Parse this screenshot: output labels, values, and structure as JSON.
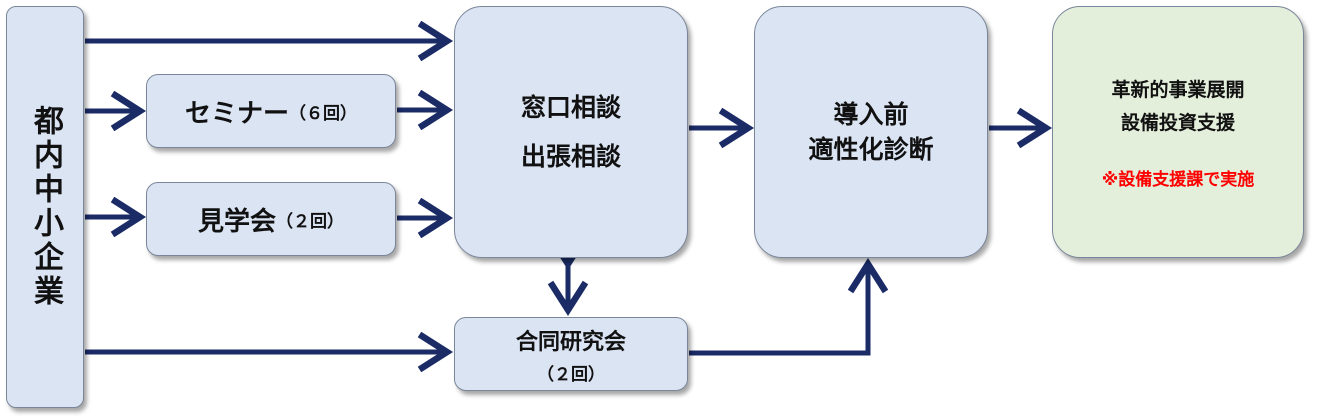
{
  "company": {
    "label": "都内中小企業"
  },
  "seminar": {
    "title": "セミナー",
    "count": "（６回）"
  },
  "tour": {
    "title": "見学会",
    "count": "（２回）"
  },
  "consult": {
    "line1": "窓口相談",
    "line2": "出張相談"
  },
  "joint": {
    "title": "合同研究会",
    "count": "（２回）"
  },
  "diagnosis": {
    "line1": "導入前",
    "line2": "適性化診断"
  },
  "support": {
    "line1": "革新的事業展開",
    "line2": "設備投資支援",
    "note": "※設備支援課で実施"
  },
  "colors": {
    "arrow": "#1a2b66",
    "box_blue": "#dbe4f3",
    "box_green": "#e3eedb",
    "note_red": "#ff0000"
  }
}
